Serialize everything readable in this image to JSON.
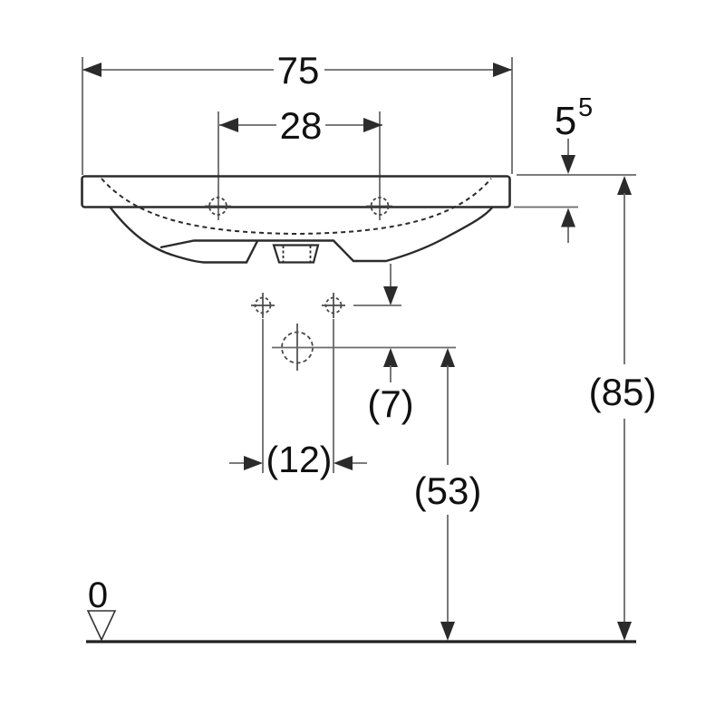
{
  "drawing": {
    "type": "washbasin-front-dimension-drawing",
    "labels": {
      "width_total": "75",
      "tap_hole_spacing": "28",
      "rim_height_main": "5",
      "rim_height_sup": "5",
      "overall_height": "(85)",
      "drain_offset": "(7)",
      "trap_height": "(53)",
      "fixing_spacing": "(12)",
      "datum_level": "0"
    },
    "colors": {
      "line_black": "#2b2b2b",
      "line_gray": "#6a6a6a",
      "text": "#111111",
      "background": "#ffffff"
    }
  }
}
